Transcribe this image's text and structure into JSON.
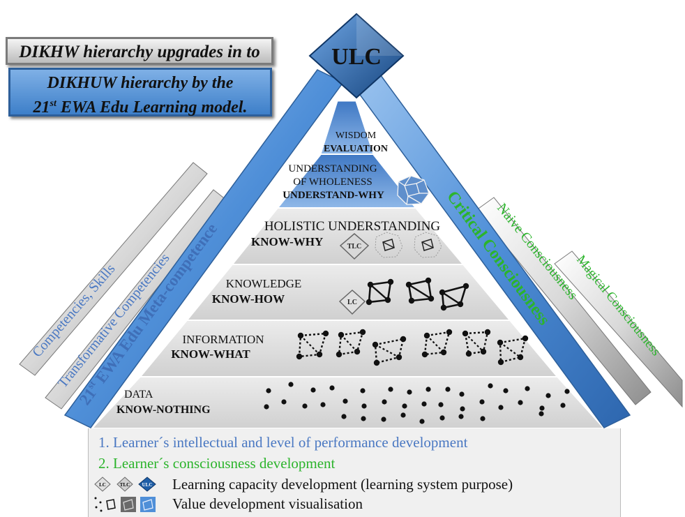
{
  "title": {
    "line1": "DIKHW hierarchy upgrades in to",
    "line2a": "DIKHUW hierarchy by the",
    "line2b_prefix": "21",
    "line2b_sup": "st",
    "line2b_suffix": " EWA Edu Learning model."
  },
  "apex": {
    "label": "ULC"
  },
  "left_beam": {
    "prefix": "21",
    "sup": "st",
    "text": " EWA Edu Meta-competence"
  },
  "right_beam": {
    "text": "Critical Consciousness"
  },
  "left_bars": [
    {
      "label": "Transformative Competencies"
    },
    {
      "label": "Competencies, Skills"
    }
  ],
  "right_bars": [
    {
      "label": "Naive Consciousness"
    },
    {
      "label": "Magical Consciousness"
    }
  ],
  "levels": [
    {
      "name": "WISDOM",
      "sub": "EVALUATION"
    },
    {
      "name_line1": "UNDERSTANDING",
      "name_line2": "OF WHOLENESS",
      "sub": "UNDERSTAND-WHY"
    },
    {
      "name": "HOLISTIC UNDERSTANDING",
      "sub": "KNOW-WHY"
    },
    {
      "name": "KNOWLEDGE",
      "sub": "KNOW-HOW"
    },
    {
      "name": "INFORMATION",
      "sub": "KNOW-WHAT"
    },
    {
      "name": "DATA",
      "sub": "KNOW-NOTHING"
    }
  ],
  "badges": {
    "tlc": "TLC",
    "lc": "LC",
    "ulc": "ULC"
  },
  "legend": {
    "line1": "1. Learner´s intellectual and level of performance development",
    "line2": "2. Learner´s consciousness development",
    "line3": "Learning capacity development (learning system purpose)",
    "line4": "Value development visualisation"
  },
  "colors": {
    "blue_text": "#4a78c2",
    "green_text": "#2cb42c",
    "beam_blue": "#4f8fd8",
    "apex_blue": "#1f5fa8"
  }
}
